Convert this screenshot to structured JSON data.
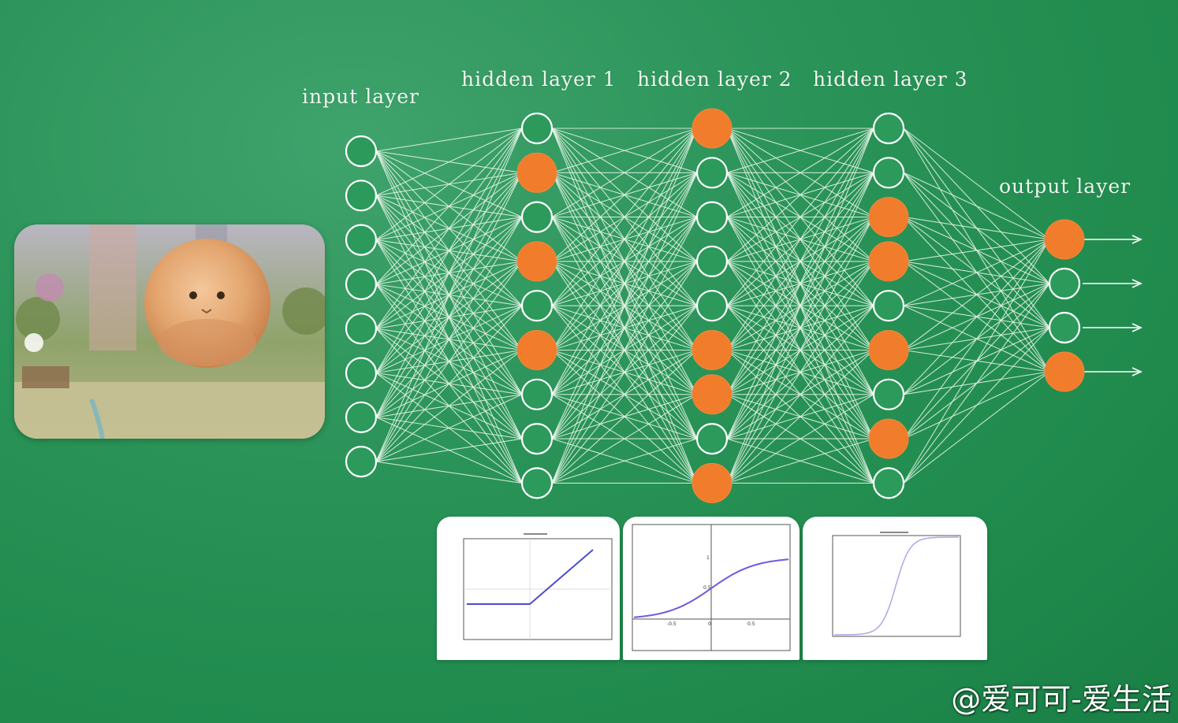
{
  "labels": {
    "input": "input layer",
    "hidden1": "hidden layer 1",
    "hidden2": "hidden layer 2",
    "hidden3": "hidden layer 3",
    "output": "output layer"
  },
  "network": {
    "layers": [
      {
        "name": "input layer",
        "neurons": 8,
        "active": []
      },
      {
        "name": "hidden layer 1",
        "neurons": 9,
        "active": [
          1,
          3,
          5
        ]
      },
      {
        "name": "hidden layer 2",
        "neurons": 9,
        "active": [
          0,
          5,
          6,
          8
        ]
      },
      {
        "name": "hidden layer 3",
        "neurons": 9,
        "active": [
          2,
          3,
          5,
          7
        ]
      },
      {
        "name": "output layer",
        "neurons": 4,
        "active": [
          0,
          3
        ]
      }
    ],
    "colors": {
      "active_neuron": "#f07c2c",
      "inactive_neuron": "#2c9a5a",
      "edge": "#e6f4e8",
      "background": "#2a9358"
    }
  },
  "image": {
    "subject": "cat-photo"
  },
  "activation_plots": [
    {
      "name": "ReLU"
    },
    {
      "name": "sigmoid",
      "tick_labels": [
        "-0.5",
        "0",
        "0.5",
        "1",
        "0.5"
      ]
    },
    {
      "name": "steep-sigmoid"
    }
  ],
  "watermark": "@爱可可-爱生活"
}
